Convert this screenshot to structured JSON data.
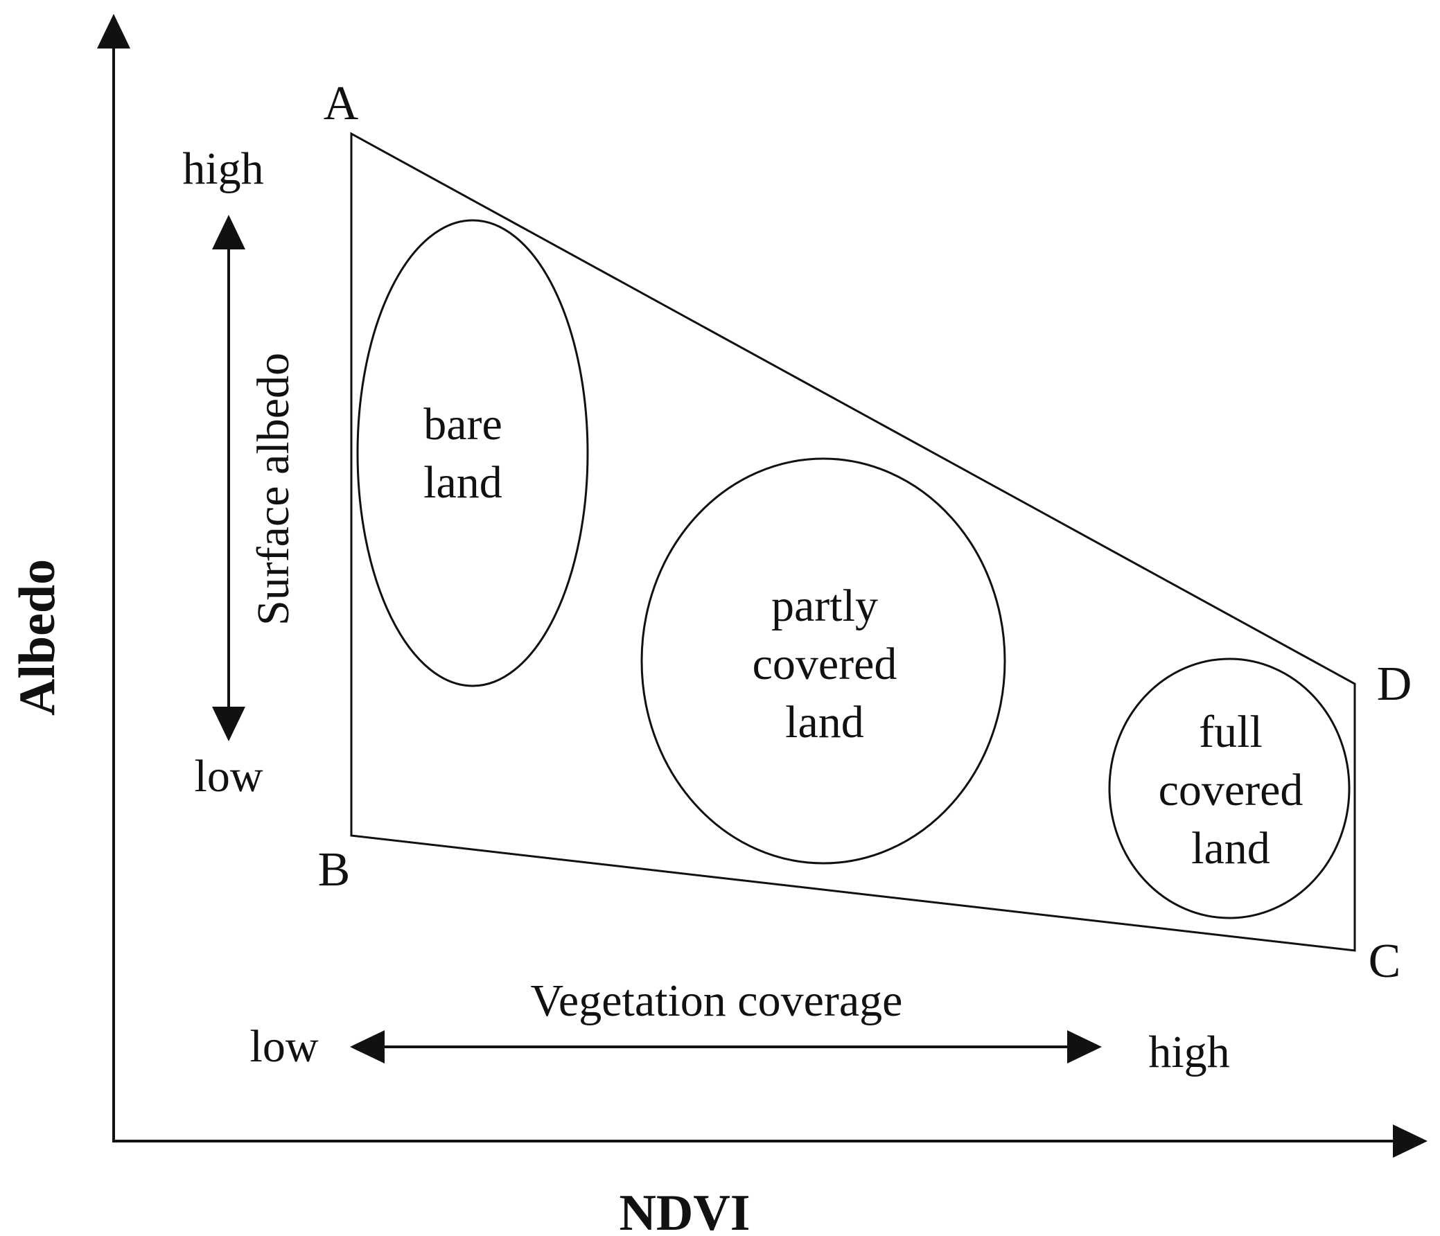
{
  "axes": {
    "x_title": "NDVI",
    "y_title": "Albedo"
  },
  "corners": {
    "a": "A",
    "b": "B",
    "c": "C",
    "d": "D"
  },
  "surface_albedo": {
    "title": "Surface albedo",
    "high": "high",
    "low": "low"
  },
  "vegetation_coverage": {
    "title": "Vegetation coverage",
    "low": "low",
    "high": "high"
  },
  "regions": {
    "bare": [
      "bare",
      "land"
    ],
    "partly": [
      "partly",
      "covered",
      "land"
    ],
    "full": [
      "full",
      "covered",
      "land"
    ]
  },
  "colors": {
    "line": "#111111",
    "background": "#ffffff"
  }
}
